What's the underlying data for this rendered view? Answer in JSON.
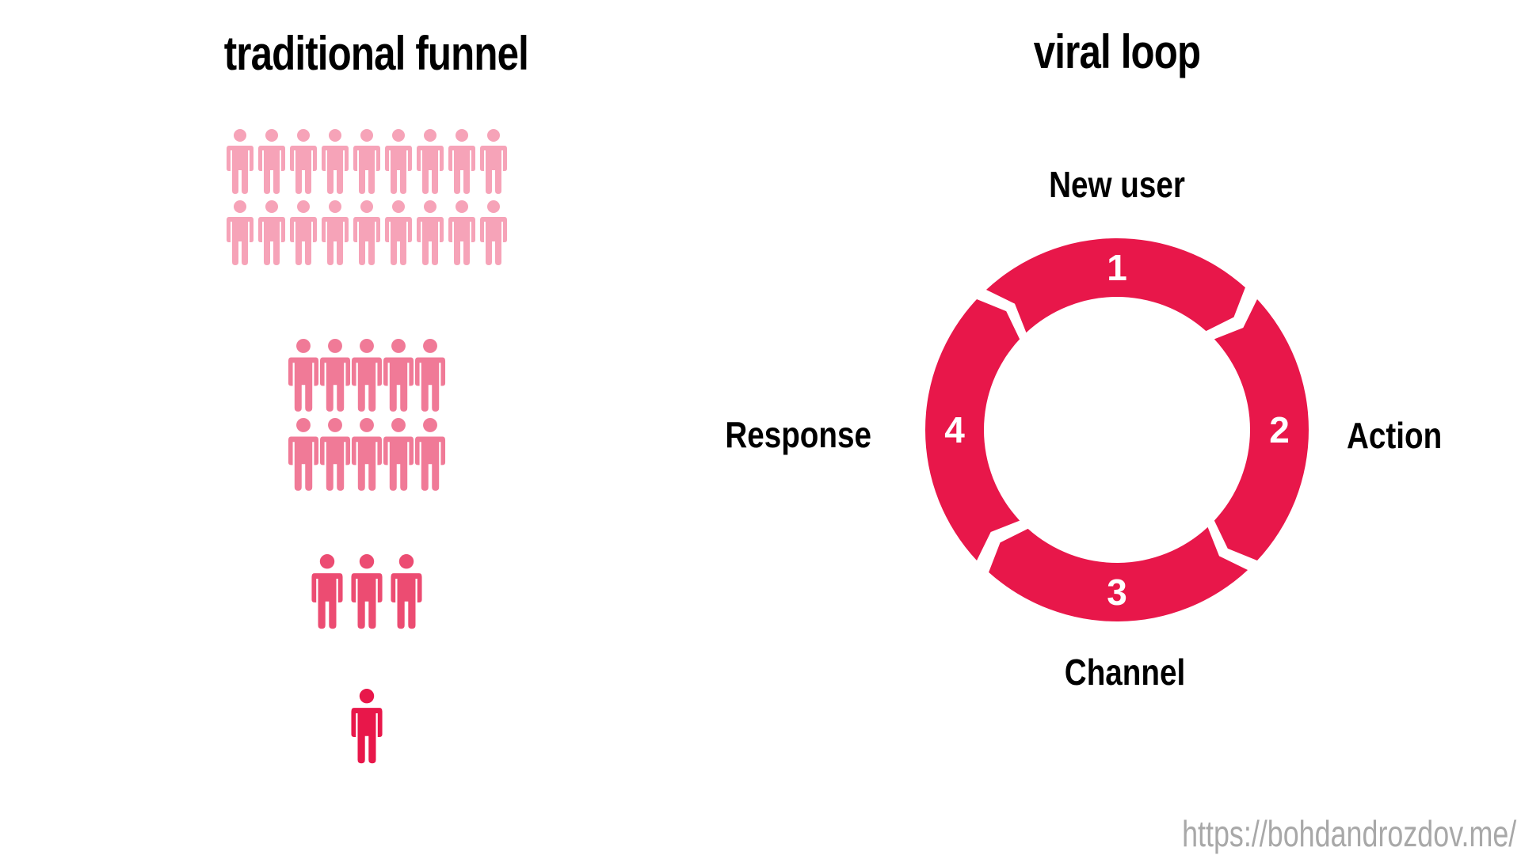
{
  "funnel": {
    "title": "traditional funnel",
    "stages": [
      {
        "people": 18,
        "per_row": 9,
        "color": "#f6a3b8"
      },
      {
        "people": 10,
        "per_row": 5,
        "color": "#f07a97"
      },
      {
        "people": 3,
        "per_row": 3,
        "color": "#ec4c72"
      },
      {
        "people": 1,
        "per_row": 1,
        "color": "#e8174a"
      }
    ]
  },
  "loop": {
    "title": "viral loop",
    "ring_color": "#e8174a",
    "stages": [
      {
        "number": "1",
        "label": "New user"
      },
      {
        "number": "2",
        "label": "Action"
      },
      {
        "number": "3",
        "label": "Channel"
      },
      {
        "number": "4",
        "label": "Response"
      }
    ]
  },
  "footer": {
    "url": "https://bohdandrozdov.me/"
  }
}
